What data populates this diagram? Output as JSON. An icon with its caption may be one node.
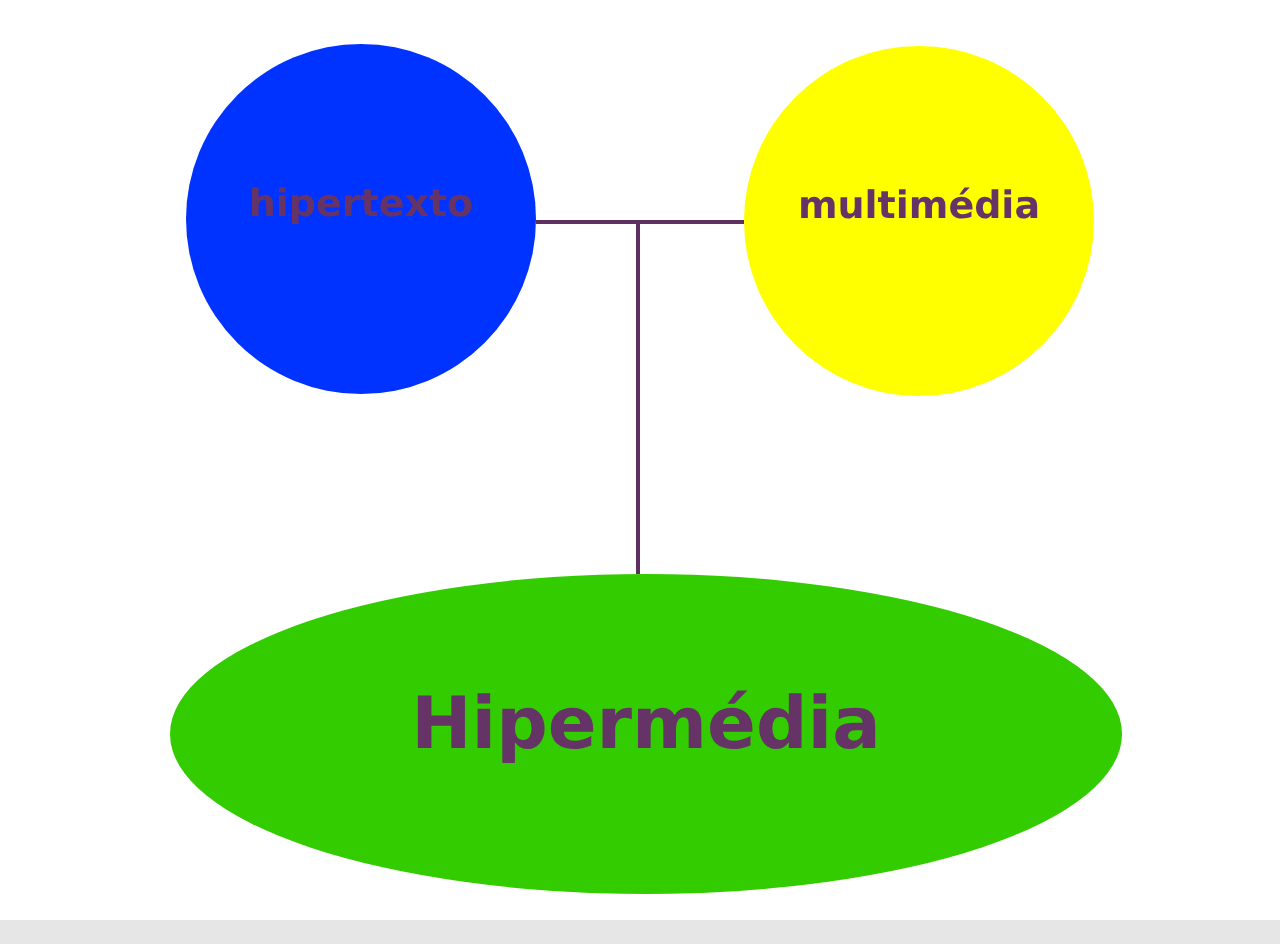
{
  "diagram": {
    "nodes": [
      {
        "text": [
          "hipertexto"
        ]
      },
      {
        "text": [
          "multimédia"
        ]
      },
      {
        "text": [
          "Hipermédia"
        ]
      }
    ],
    "edges": [
      {
        "from": 0,
        "to": 2,
        "arrow": "none"
      },
      {
        "from": 1,
        "to": 2,
        "arrow": "none"
      }
    ]
  }
}
